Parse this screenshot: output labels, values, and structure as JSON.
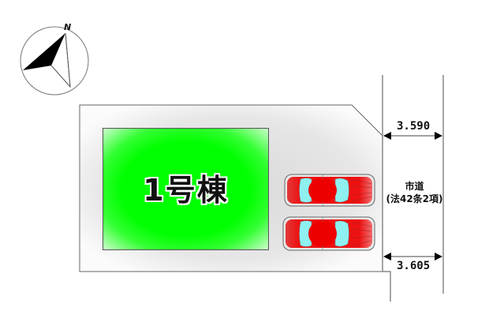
{
  "compass": {
    "label": "N"
  },
  "lot": {
    "fill": "#f2f2f2",
    "building": {
      "label": "1号棟",
      "color": "#00ff00"
    },
    "parking": [
      {
        "name": "car-1",
        "color": "#ee1111"
      },
      {
        "name": "car-2",
        "color": "#ee1111"
      }
    ]
  },
  "road": {
    "name": "市道",
    "designation": "(法42条2項)",
    "width_top": "3.590",
    "width_bottom": "3.605"
  }
}
